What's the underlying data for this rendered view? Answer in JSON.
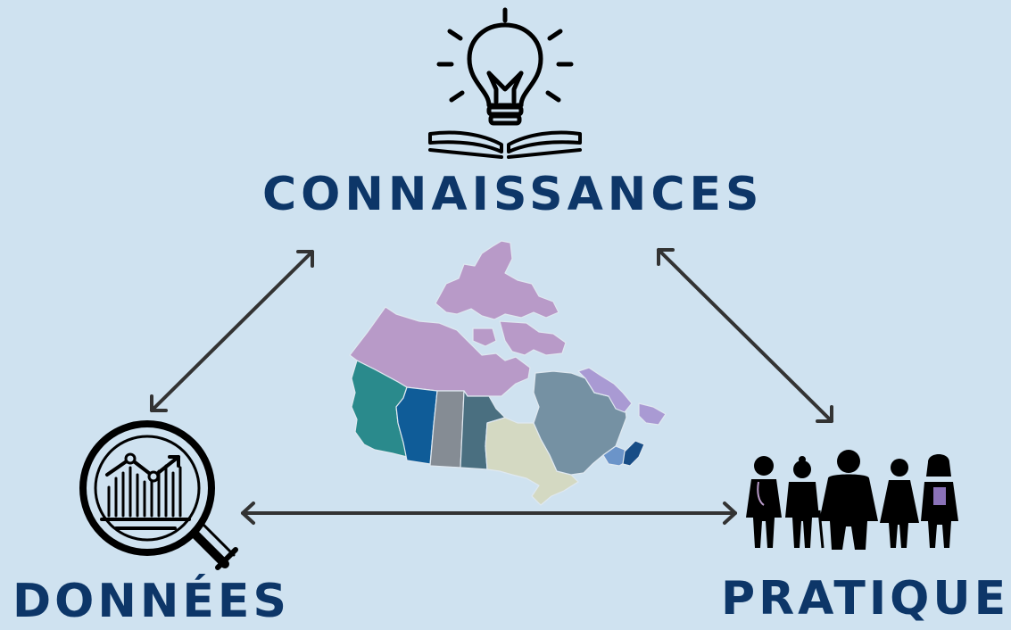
{
  "diagram": {
    "nodes": {
      "top": {
        "label": "CONNAISSANCES",
        "icon": "lightbulb-book-icon"
      },
      "left": {
        "label": "DONNÉES",
        "icon": "magnifier-chart-icon"
      },
      "right": {
        "label": "PRATIQUE",
        "icon": "people-group-icon"
      }
    },
    "center_image": "canada-map",
    "connectors": [
      {
        "from": "top",
        "to": "left",
        "style": "double-arrow"
      },
      {
        "from": "top",
        "to": "right",
        "style": "double-arrow"
      },
      {
        "from": "left",
        "to": "right",
        "style": "double-arrow"
      }
    ]
  },
  "colors": {
    "background": "#cfe2f0",
    "label": "#0d3668",
    "arrow": "#333333",
    "icon": "#000000",
    "map_north": "#b89ac8",
    "map_bc": "#2a8a8c",
    "map_ab": "#0f5c98",
    "map_sk": "#858c94",
    "map_mb": "#4a6f80",
    "map_on": "#d4d9c2",
    "map_qc": "#7591a3",
    "map_nl": "#a99ad3",
    "map_maritimes": "#6b94c9",
    "map_ns": "#184d86"
  }
}
